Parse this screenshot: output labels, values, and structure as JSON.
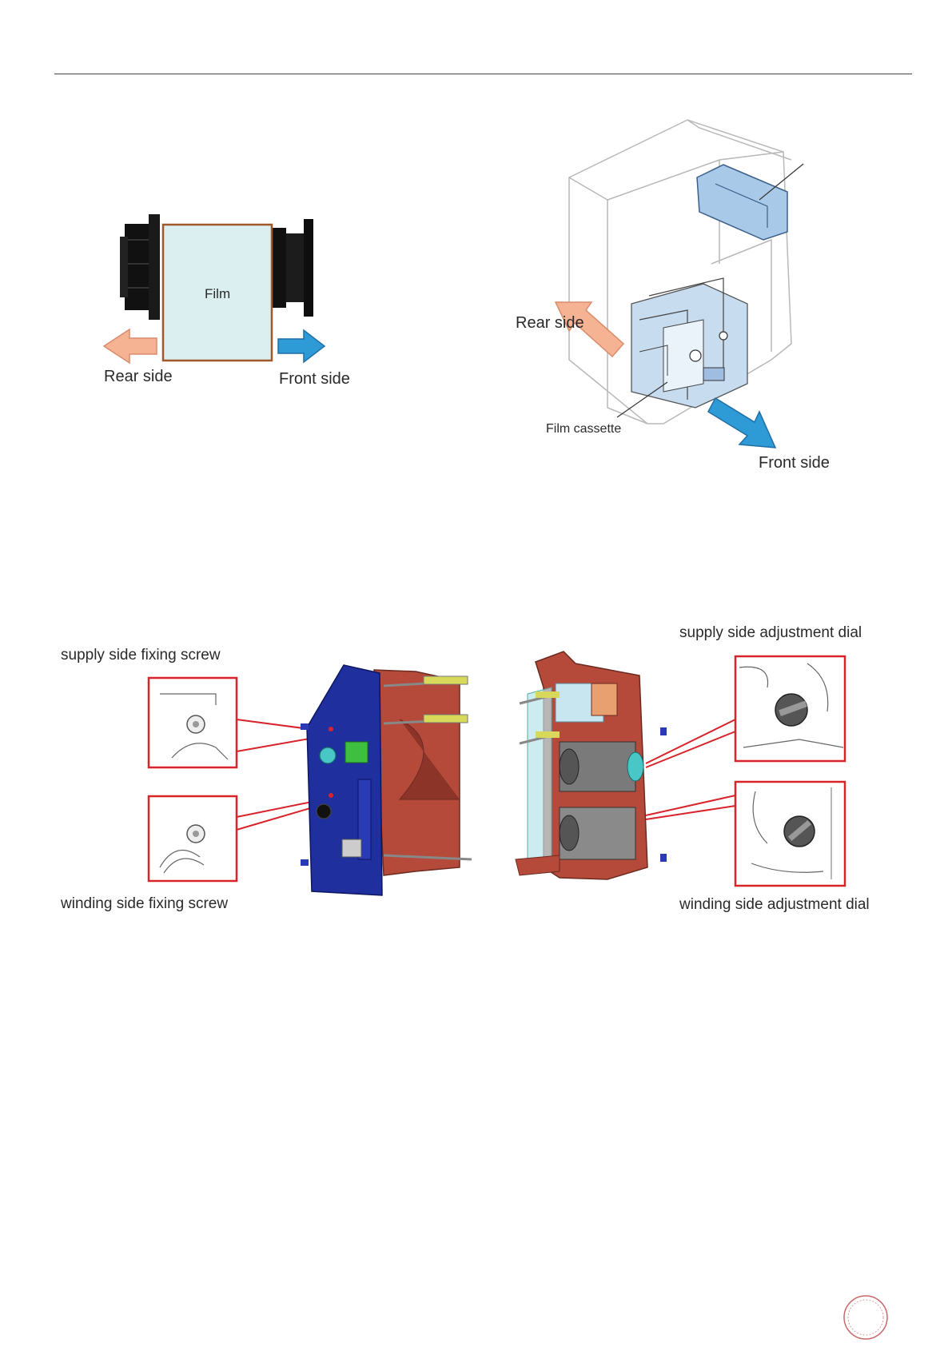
{
  "figure1": {
    "film_label": "Film",
    "rear_label": "Rear side",
    "front_label": "Front side"
  },
  "figure2": {
    "rear_label": "Rear side",
    "front_label": "Front side",
    "cassette_label": "Film cassette"
  },
  "figure3": {
    "supply_screw_label": "supply side fixing screw",
    "winding_screw_label": "winding side fixing screw",
    "supply_dial_label": "supply side adjustment dial",
    "winding_dial_label": "winding side adjustment dial"
  },
  "colors": {
    "film_fill": "#dbeef0",
    "film_border": "#a0582a",
    "rear_arrow": "#f6b393",
    "front_arrow": "#2f9bd6",
    "callout_red": "#d8232a",
    "cassette_blue": "#1f2f9e",
    "frame_red": "#b54a3a",
    "printer_blue": "#a9c9e8"
  }
}
